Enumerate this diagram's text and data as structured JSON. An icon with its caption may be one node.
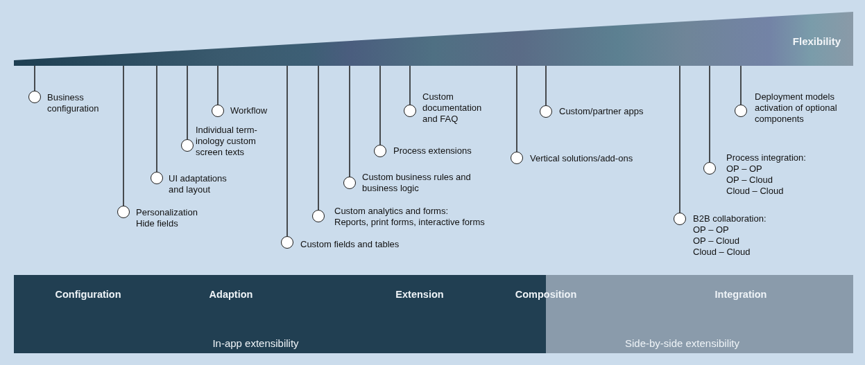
{
  "diagram": {
    "nodes": [
      {
        "text": [
          "Flexibility"
        ]
      },
      {
        "text": [],
        "shape": "circle",
        "beside": [
          "Business configuration"
        ]
      },
      {
        "text": [],
        "shape": "circle",
        "beside": [
          "Personalization Hide fields"
        ]
      },
      {
        "text": [],
        "shape": "circle",
        "beside": [
          "UI adaptations and layout"
        ]
      },
      {
        "text": [],
        "shape": "circle",
        "beside": [
          "Individual term- inology custom screen texts"
        ]
      },
      {
        "text": [],
        "shape": "circle",
        "beside": [
          "Workflow"
        ]
      },
      {
        "text": [],
        "shape": "circle",
        "beside": [
          "Custom fields and tables"
        ]
      },
      {
        "text": [],
        "shape": "circle",
        "beside": [
          "Custom analytics and forms:",
          "Reports, print forms, interactive forms"
        ]
      },
      {
        "text": [],
        "shape": "circle",
        "beside": [
          "Custom business rules and business logic"
        ]
      },
      {
        "text": [],
        "shape": "circle",
        "beside": [
          "Process extensions"
        ]
      },
      {
        "text": [],
        "shape": "circle",
        "beside": [
          "Custom documentation and FAQ"
        ]
      },
      {
        "text": [],
        "shape": "circle",
        "beside": [
          "Vertical solutions/add-ons"
        ]
      },
      {
        "text": [],
        "shape": "circle",
        "beside": [
          "Custom/partner apps"
        ]
      },
      {
        "text": [],
        "shape": "circle",
        "beside": [
          "B2B collaboration:",
          "OP – OP",
          "OP – Cloud",
          "Cloud – Cloud"
        ]
      },
      {
        "text": [],
        "shape": "circle",
        "beside": [
          "Process integration:",
          "OP – OP",
          "OP – Cloud",
          "Cloud – Cloud"
        ]
      },
      {
        "text": [],
        "shape": "circle",
        "beside": [
          "Deployment models activation of optional components"
        ]
      },
      {
        "text": [
          "In-app extensibility"
        ]
      },
      {
        "text": [
          "Side-by-side extensibility"
        ]
      }
    ],
    "edges": [
      {
        "from": 0,
        "to": 1,
        "arrow": "none"
      },
      {
        "from": 0,
        "to": 2,
        "arrow": "none"
      },
      {
        "from": 0,
        "to": 3,
        "arrow": "none"
      },
      {
        "from": 0,
        "to": 4,
        "arrow": "none"
      },
      {
        "from": 0,
        "to": 5,
        "arrow": "none"
      },
      {
        "from": 0,
        "to": 6,
        "arrow": "none"
      },
      {
        "from": 0,
        "to": 7,
        "arrow": "none"
      },
      {
        "from": 0,
        "to": 8,
        "arrow": "none"
      },
      {
        "from": 0,
        "to": 9,
        "arrow": "none"
      },
      {
        "from": 0,
        "to": 10,
        "arrow": "none"
      },
      {
        "from": 0,
        "to": 11,
        "arrow": "none"
      },
      {
        "from": 0,
        "to": 12,
        "arrow": "none"
      },
      {
        "from": 0,
        "to": 13,
        "arrow": "none"
      },
      {
        "from": 0,
        "to": 14,
        "arrow": "none"
      },
      {
        "from": 0,
        "to": 15,
        "arrow": "none"
      }
    ],
    "labels": [
      "Configuration",
      "Adaption",
      "Extension",
      "Composition",
      "Integration"
    ]
  }
}
